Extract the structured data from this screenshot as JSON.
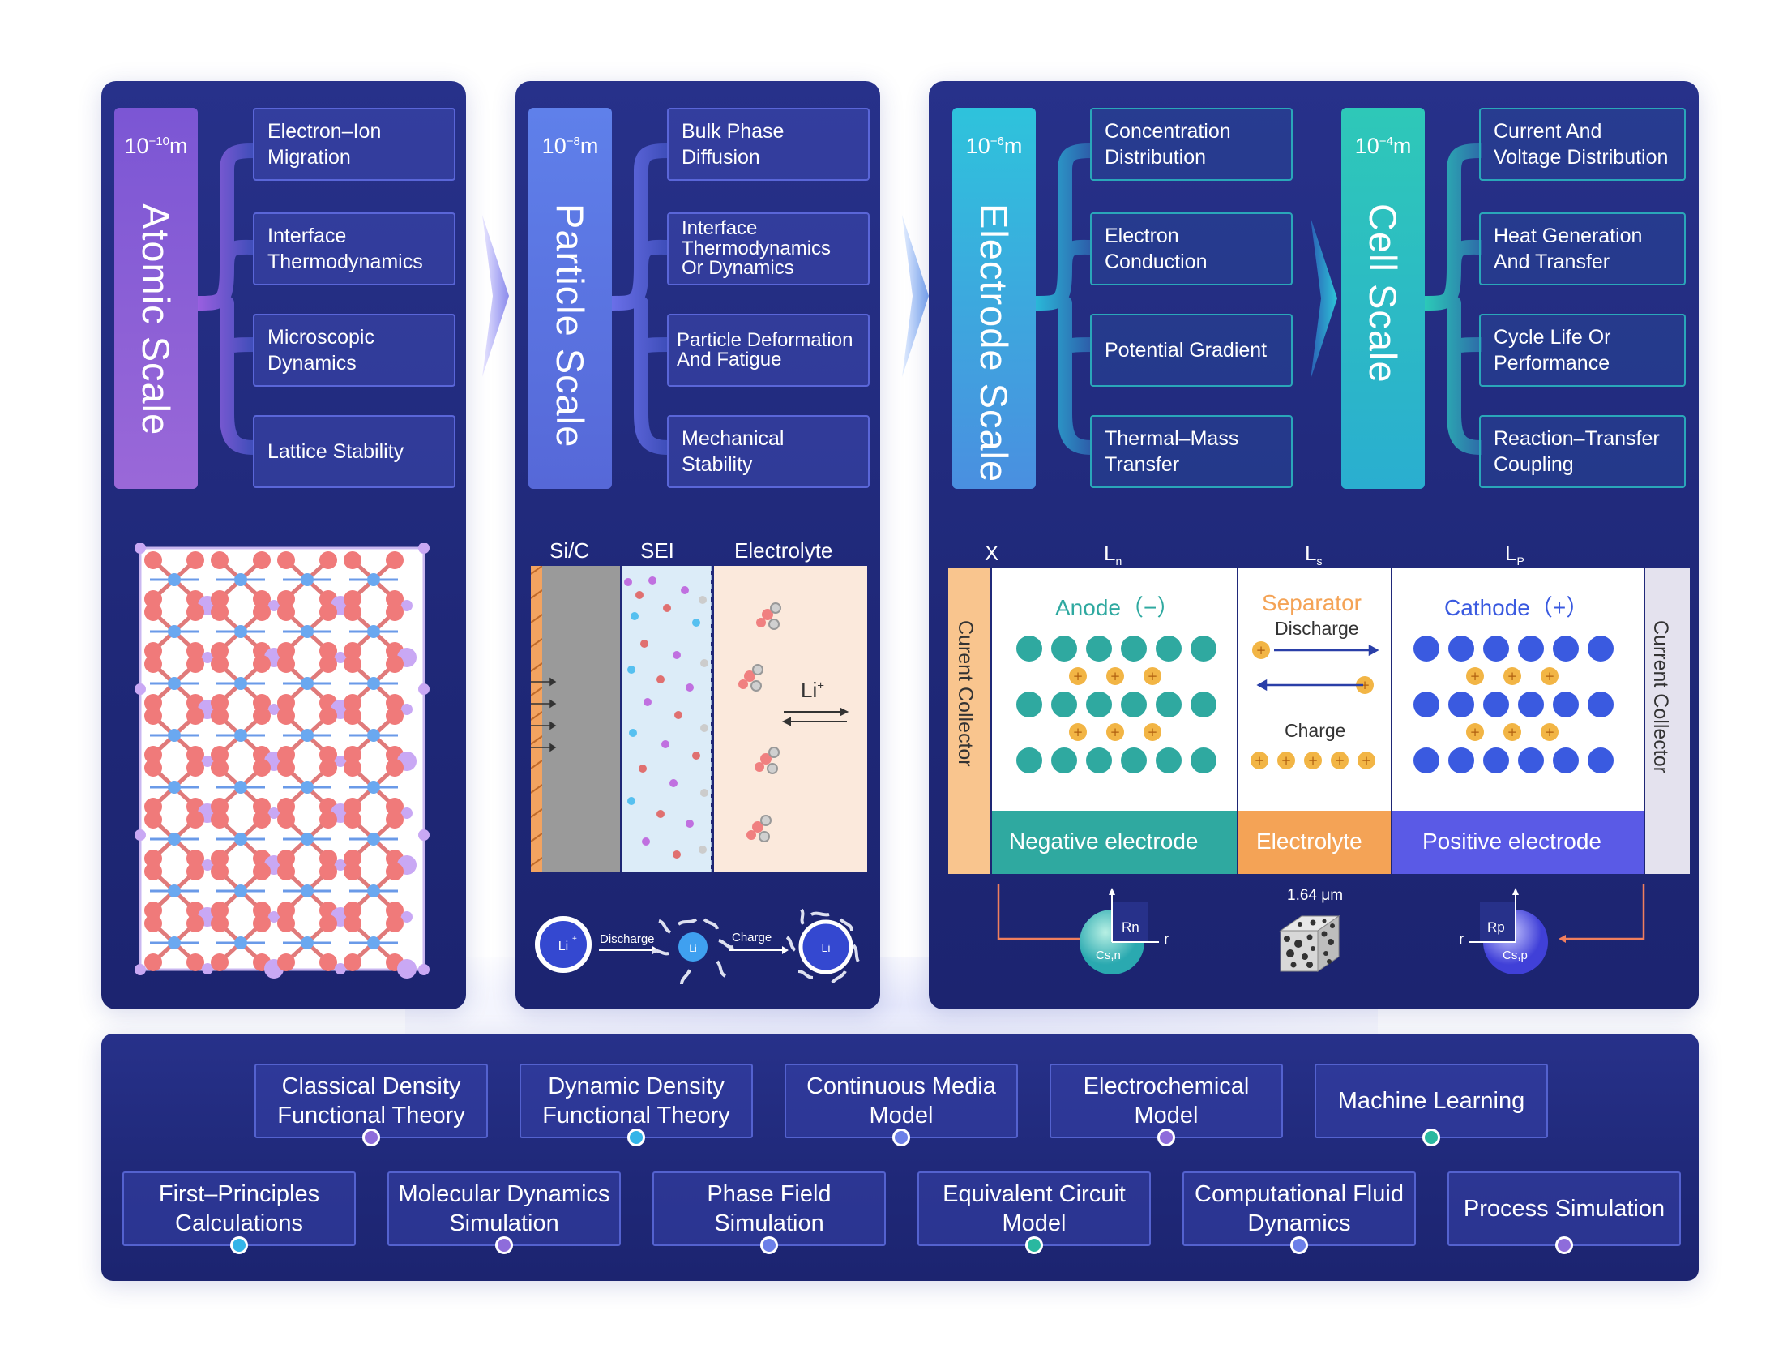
{
  "scales": [
    {
      "unit_base": "10",
      "unit_exp": "−10",
      "unit_suffix": "m",
      "name": "Atomic Scale",
      "items": [
        "Electron–Ion Migration",
        "Interface Thermodynamics",
        "Microscopic Dynamics",
        "Lattice Stability"
      ]
    },
    {
      "unit_base": "10",
      "unit_exp": "−8",
      "unit_suffix": "m",
      "name": "Particle Scale",
      "items": [
        "Bulk Phase Diffusion",
        "Interface Thermodynamics Or Dynamics",
        "Particle Deformation And Fatigue",
        "Mechanical Stability"
      ]
    },
    {
      "unit_base": "10",
      "unit_exp": "−6",
      "unit_suffix": "m",
      "name": "Electrode Scale",
      "items": [
        "Concentration Distribution",
        "Electron Conduction",
        "Potential Gradient",
        "Thermal–Mass Transfer"
      ]
    },
    {
      "unit_base": "10",
      "unit_exp": "−4",
      "unit_suffix": "m",
      "name": "Cell Scale",
      "items": [
        "Current And Voltage Distribution",
        "Heat Generation And Transfer",
        "Cycle Life Or Performance",
        "Reaction–Transfer Coupling"
      ]
    }
  ],
  "particle_diagram": {
    "si_c": "Si/C",
    "sei": "SEI",
    "electrolyte": "Electrolyte",
    "li_ion": "Li",
    "li_sup": "+",
    "discharge": "Discharge",
    "charge": "Charge"
  },
  "cell_diagram": {
    "x": "X",
    "ln": "L",
    "ln_sub": "n",
    "ls": "L",
    "ls_sub": "s",
    "lp": "L",
    "lp_sub": "P",
    "current_collector_left": "Curent Collector",
    "current_collector_right": "Current Collector",
    "anode": "Anode（−）",
    "separator": "Separator",
    "cathode": "Cathode（+）",
    "discharge": "Discharge",
    "charge": "Charge",
    "negative_electrode": "Negative electrode",
    "electrolyte": "Electrolyte",
    "positive_electrode": "Positive electrode",
    "size": "1.64 μm",
    "rn": "Rn",
    "csn": "Cs,n",
    "rp": "Rp",
    "csp": "Cs,p",
    "r": "r"
  },
  "methods_row1": [
    {
      "label": "Classical Density Functional Theory",
      "dot": "#8e6cdb"
    },
    {
      "label": "Dynamic Density Functional Theory",
      "dot": "#33b4e8"
    },
    {
      "label": "Continuous Media Model",
      "dot": "#6b7fe8"
    },
    {
      "label": "Electrochemical Model",
      "dot": "#8e6cdb"
    },
    {
      "label": "Machine Learning",
      "dot": "#29b8a0"
    }
  ],
  "methods_row2": [
    {
      "label": "First–Principles Calculations",
      "dot": "#33b4e8"
    },
    {
      "label": "Molecular Dynamics Simulation",
      "dot": "#8e6cdb"
    },
    {
      "label": "Phase Field Simulation",
      "dot": "#6b7fe8"
    },
    {
      "label": "Equivalent Circuit Model",
      "dot": "#29b8a0"
    },
    {
      "label": "Computational Fluid Dynamics",
      "dot": "#6b7fe8"
    },
    {
      "label": "Process Simulation",
      "dot": "#8e6cdb"
    }
  ],
  "colors": {
    "atomic": "#8a5cd6",
    "particle": "#5b7be8",
    "electrode": "#2fb6d6",
    "cell": "#29c0b0",
    "anode_teal": "#2fa9a0",
    "cathode_blue": "#3a5ae0",
    "ion_orange": "#f2b545"
  }
}
